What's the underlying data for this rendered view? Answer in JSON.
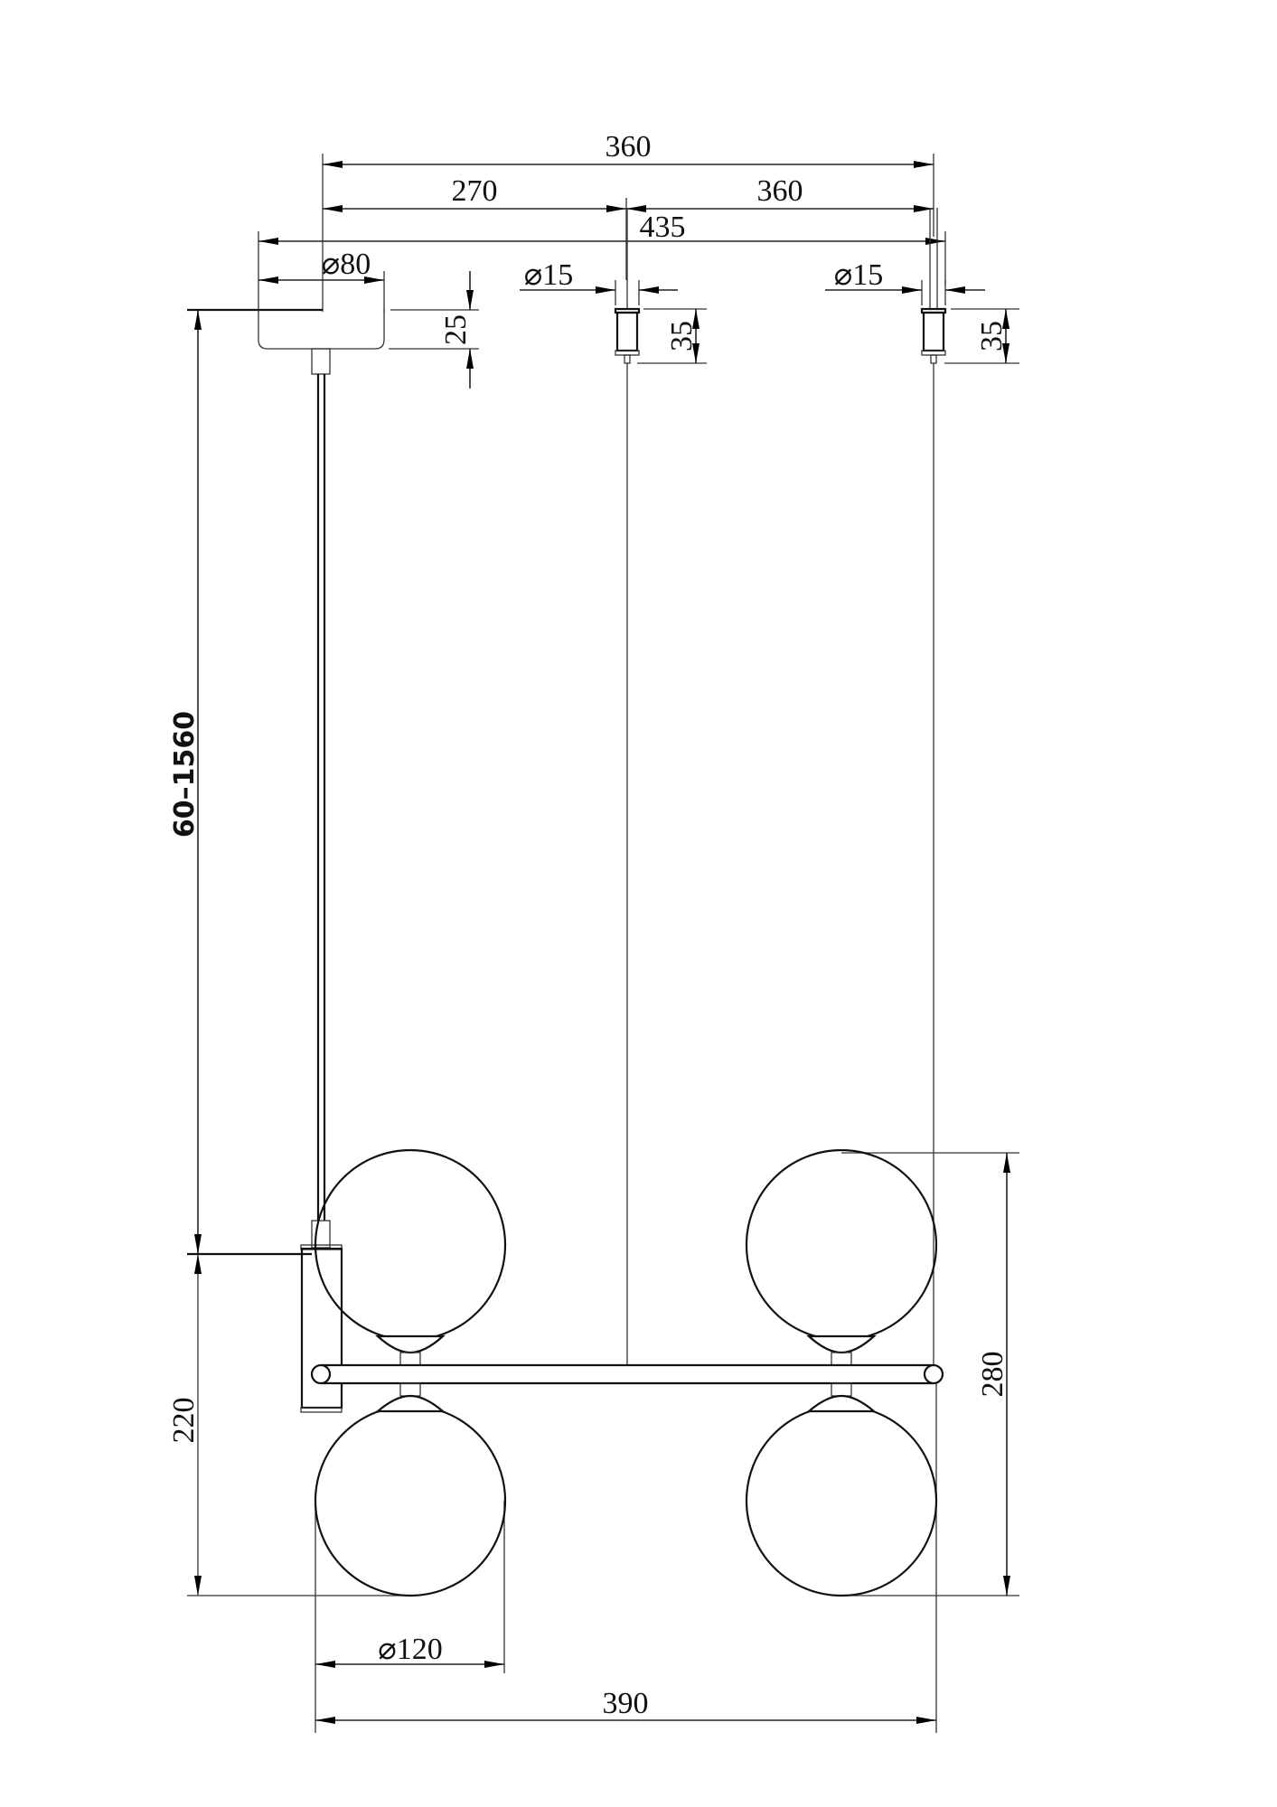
{
  "drawing": {
    "title": "Pendant lamp technical drawing",
    "colors": {
      "line": "#111111",
      "background": "#ffffff"
    },
    "dimensions": {
      "top_overall": "360",
      "canopy_to_mid_wire": "270",
      "mid_to_right_wire": "360",
      "canopy_edge_to_right_clamp": "435",
      "canopy_diameter": "⌀80",
      "canopy_height": "25",
      "clamp_mid_diameter": "⌀15",
      "clamp_mid_height": "35",
      "clamp_right_diameter": "⌀15",
      "clamp_right_height": "35",
      "suspension_length": "60–1560",
      "fixture_body_height": "220",
      "fixture_overall_height": "280",
      "globe_diameter": "⌀120",
      "fixture_overall_width": "390"
    },
    "components": [
      {
        "name": "ceiling-canopy"
      },
      {
        "name": "suspension-clamp-mid"
      },
      {
        "name": "suspension-clamp-right"
      },
      {
        "name": "power-cable"
      },
      {
        "name": "support-wire-mid"
      },
      {
        "name": "support-wire-right"
      },
      {
        "name": "vertical-bracket"
      },
      {
        "name": "horizontal-bar"
      },
      {
        "name": "globe-upper-left"
      },
      {
        "name": "globe-upper-right"
      },
      {
        "name": "globe-lower-left"
      },
      {
        "name": "globe-lower-right"
      }
    ]
  }
}
